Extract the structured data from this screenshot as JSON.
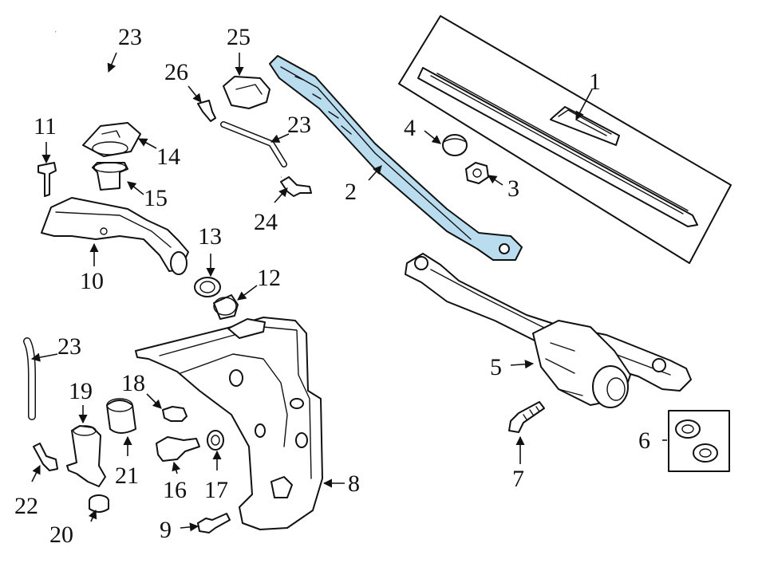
{
  "labels": {
    "p1": "1",
    "p2": "2",
    "p3": "3",
    "p4": "4",
    "p5": "5",
    "p6": "6",
    "p7": "7",
    "p8": "8",
    "p9": "9",
    "p10": "10",
    "p11": "11",
    "p12": "12",
    "p13": "13",
    "p14": "14",
    "p15": "15",
    "p16": "16",
    "p17": "17",
    "p18": "18",
    "p19": "19",
    "p20": "20",
    "p21": "21",
    "p22": "22",
    "p23a": "23",
    "p23b": "23",
    "p23c": "23",
    "p24": "24",
    "p25": "25",
    "p26": "26"
  },
  "colors": {
    "highlight": "#b9dcef",
    "line": "#111111",
    "background": "#ffffff"
  },
  "highlighted_part": "2"
}
